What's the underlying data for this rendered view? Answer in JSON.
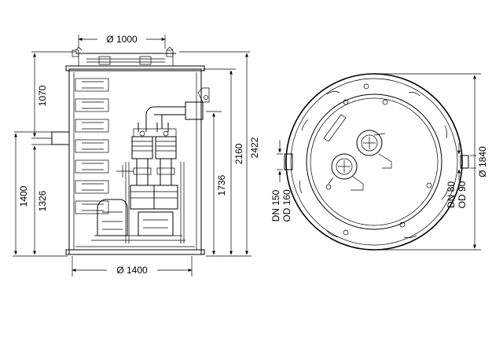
{
  "front_view": {
    "dims": {
      "top_diameter": "Ø 1000",
      "bottom_diameter": "Ø 1400",
      "h_1070": "1070",
      "h_1400": "1400",
      "h_1326": "1326",
      "h_1736": "1736",
      "h_2160": "2160",
      "h_2422": "2422"
    }
  },
  "plan_view": {
    "dims": {
      "outer_diameter": "Ø 1840",
      "inlet_dn": "DN 150",
      "inlet_od": "OD 160",
      "outlet_dn": "DN 80",
      "outlet_od": "OD 90"
    }
  }
}
